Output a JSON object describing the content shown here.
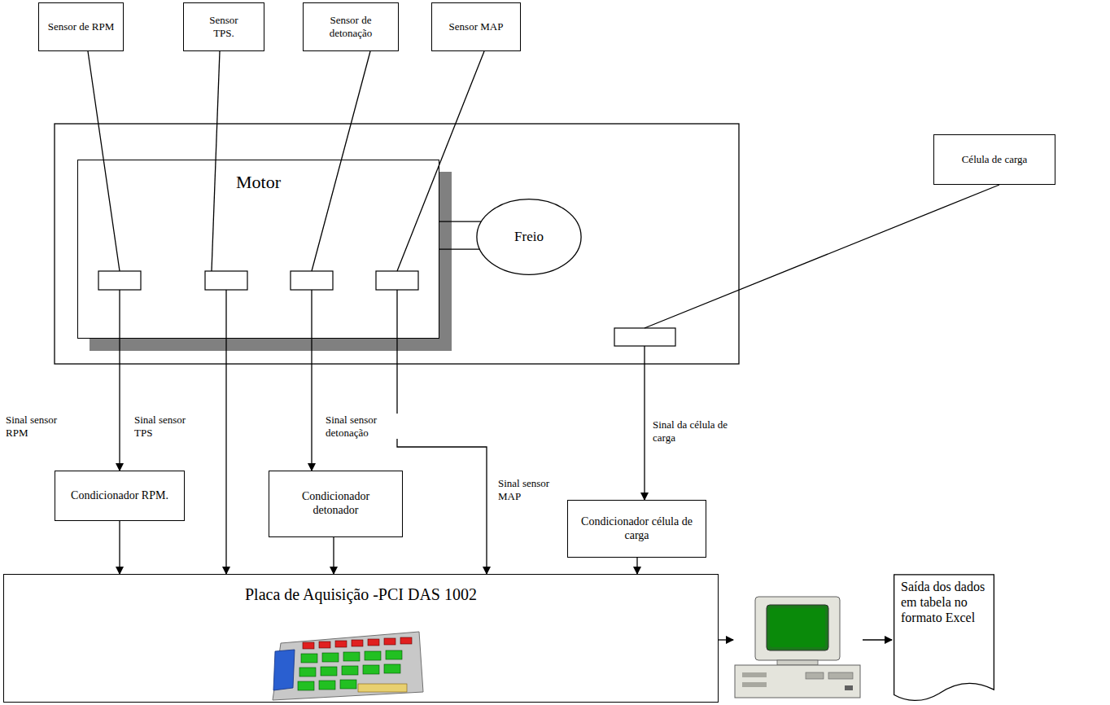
{
  "diagram": {
    "nodes": [
      {
        "text": [
          "Sensor de RPM"
        ]
      },
      {
        "text": [
          "Sensor TPS."
        ]
      },
      {
        "text": [
          "Sensor de detonação"
        ]
      },
      {
        "text": [
          "Sensor MAP"
        ]
      },
      {
        "text": [
          "Motor"
        ]
      },
      {
        "text": [
          "Freio"
        ]
      },
      {
        "text": [
          "Célula de carga"
        ]
      },
      {
        "text": [
          "Condicionador RPM."
        ]
      },
      {
        "text": [
          "Condicionador detonador"
        ]
      },
      {
        "text": [
          "Condicionador célula de carga"
        ]
      },
      {
        "text": [
          "Placa de Aquisição -PCI DAS 1002"
        ]
      },
      {
        "text": [
          "Saída dos dados em tabela no formato Excel"
        ]
      }
    ],
    "edges": [
      {
        "from": 0,
        "to": 4,
        "arrow": "none"
      },
      {
        "from": 1,
        "to": 4,
        "arrow": "none"
      },
      {
        "from": 2,
        "to": 4,
        "arrow": "none"
      },
      {
        "from": 3,
        "to": 4,
        "arrow": "none"
      },
      {
        "from": 4,
        "to": 5,
        "arrow": "none"
      },
      {
        "from": 4,
        "to": 7,
        "label": "Sinal sensor RPM",
        "arrow": "to"
      },
      {
        "from": 4,
        "to": 10,
        "label": "Sinal sensor TPS",
        "arrow": "to"
      },
      {
        "from": 4,
        "to": 8,
        "label": "Sinal sensor detonação",
        "arrow": "to"
      },
      {
        "from": 4,
        "to": 10,
        "label": "Sinal sensor MAP",
        "arrow": "to"
      },
      {
        "from": 6,
        "to": 9,
        "label": "Sinal da célula de carga",
        "arrow": "to"
      },
      {
        "from": 7,
        "to": 10,
        "arrow": "to"
      },
      {
        "from": 8,
        "to": 10,
        "arrow": "to"
      },
      {
        "from": 9,
        "to": 10,
        "arrow": "to"
      }
    ]
  }
}
